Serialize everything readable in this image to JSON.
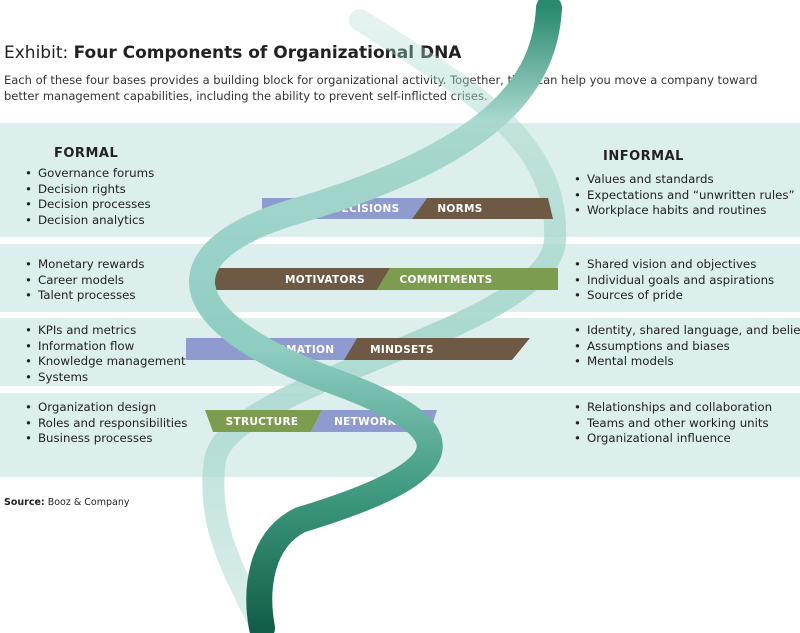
{
  "header": {
    "title_prefix": "Exhibit: ",
    "title_main": "Four Components of Organizational DNA",
    "subtitle": "Each of these four bases provides a building block for organizational activity. Together, they can help you move a company toward better management capabilities, including the ability to prevent self-inflicted crises."
  },
  "formal": {
    "heading": "FORMAL",
    "groups": [
      [
        "Governance forums",
        "Decision rights",
        "Decision processes",
        "Decision analytics"
      ],
      [
        "Monetary rewards",
        "Career models",
        "Talent processes"
      ],
      [
        "KPIs and metrics",
        "Information flow",
        "Knowledge management",
        "Systems"
      ],
      [
        "Organization design",
        "Roles and responsibilities",
        "Business processes"
      ]
    ]
  },
  "informal": {
    "heading": "INFORMAL",
    "groups": [
      [
        "Values and standards",
        "Expectations and “unwritten rules”",
        "Workplace habits and routines"
      ],
      [
        "Shared vision and objectives",
        "Individual goals and aspirations",
        "Sources of pride"
      ],
      [
        "Identity, shared language, and beliefs",
        "Assumptions and biases",
        "Mental models"
      ],
      [
        "Relationships and collaboration",
        "Teams and other working units",
        "Organizational influence"
      ]
    ]
  },
  "bases": [
    {
      "formal_label": "DECISIONS",
      "informal_label": "NORMS"
    },
    {
      "formal_label": "MOTIVATORS",
      "informal_label": "COMMITMENTS"
    },
    {
      "formal_label": "INFORMATION",
      "informal_label": "MINDSETS"
    },
    {
      "formal_label": "STRUCTURE",
      "informal_label": "NETWORKS"
    }
  ],
  "source": {
    "label": "Source:",
    "text": " Booz & Company"
  },
  "colors": {
    "band": "#dcefec",
    "purple": "#8f9bcf",
    "brown": "#6e5a44",
    "green": "#7e9c50",
    "strand_light": "#a8d8ce",
    "strand_dark": "#1b6e57"
  }
}
